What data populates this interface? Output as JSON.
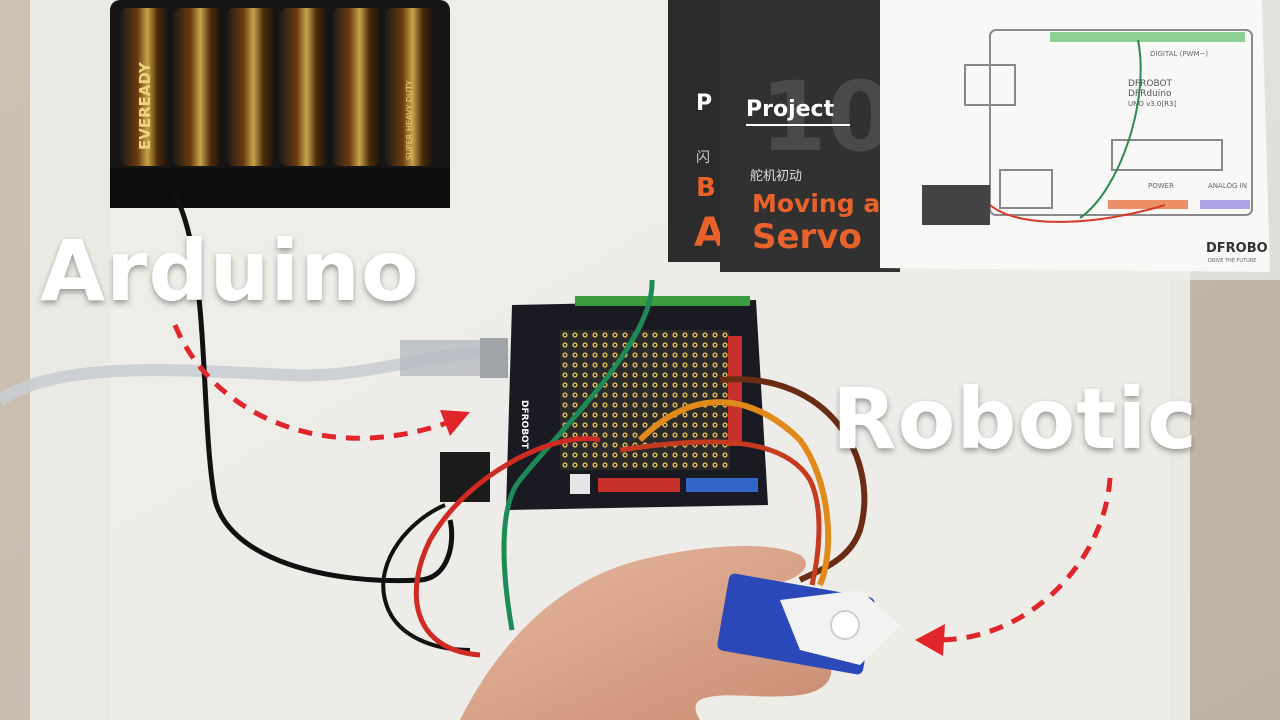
{
  "overlay": {
    "arduino_label": "Arduino",
    "robotic_label": "Robotic"
  },
  "booklet": {
    "project_word": "Project",
    "project_number": "10",
    "subtitle_cn": "舵机初动",
    "title_line1": "Moving a",
    "title_line2": "Servo",
    "back_card_letter_p": "P",
    "back_card_letter_b": "B",
    "back_card_letter_a": "A",
    "back_card_cn": "闪"
  },
  "manual": {
    "brand_line1": "DFROBOT",
    "brand_line2": "DFRduino",
    "brand_line3": "UNO v3.0[R3]",
    "digital_label": "DIGITAL (PWM~)",
    "power_label": "POWER",
    "analog_label": "ANALOG IN",
    "footer_brand": "DFROBO",
    "footer_tagline": "DRIVE THE FUTURE"
  },
  "battery_pack": {
    "brand": "EVEREADY",
    "tagline": "SUPER HEAVY DUTY",
    "count": 6
  },
  "shield": {
    "brand": "DFROBOT"
  },
  "colors": {
    "arrow_red": "#e0262a",
    "label_white": "#ffffff",
    "booklet_orange": "#e8622b",
    "booklet_dark": "#2f2f2f",
    "servo_blue": "#2b48b8"
  }
}
